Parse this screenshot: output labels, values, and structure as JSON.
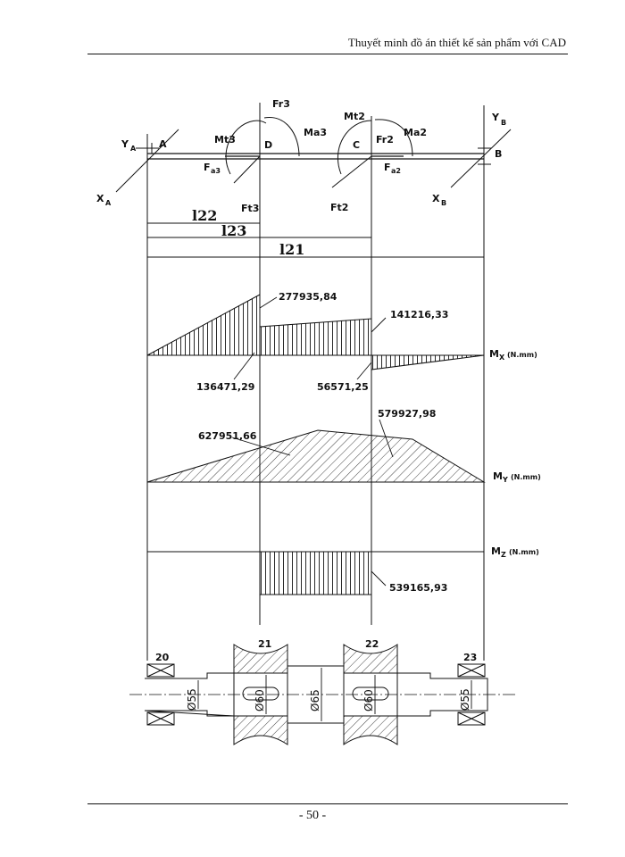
{
  "header": {
    "title": "Thuyết minh  đồ án thiết kế sản phẩm với CAD"
  },
  "footer": {
    "page": "- 50 -"
  },
  "diagram": {
    "points": {
      "A": "A",
      "B": "B",
      "C": "C",
      "D": "D"
    },
    "forces": {
      "ya": "Y",
      "ya_sub": "A",
      "xa": "X",
      "xa_sub": "A",
      "yb": "Y",
      "yb_sub": "B",
      "xb": "X",
      "xb_sub": "B",
      "fr3": "Fr3",
      "mt3": "Mt3",
      "ma3": "Ma3",
      "fa3": "F",
      "fa3_sub": "a3",
      "ft3": "Ft3",
      "mt2": "Mt2",
      "fr2": "Fr2",
      "ma2": "Ma2",
      "fa2": "F",
      "fa2_sub": "a2",
      "ft2": "Ft2"
    },
    "lengths": {
      "l22": "l22",
      "l23": "l23",
      "l21": "l21"
    },
    "mx": {
      "label": "M",
      "sub": "X",
      "unit": "(N.mm)",
      "v1": "277935,84",
      "v2": "141216,33",
      "v3": "136471,29",
      "v4": "56571,25"
    },
    "my": {
      "label": "M",
      "sub": "Y",
      "unit": "(N.mm)",
      "v1": "627951,66",
      "v2": "579927,98"
    },
    "mz": {
      "label": "M",
      "sub": "Z",
      "unit": "(N.mm)",
      "v1": "539165,93"
    },
    "shaft": {
      "parts": [
        "20",
        "21",
        "22",
        "23"
      ],
      "diameters": [
        "Ø55",
        "Ø60",
        "Ø65",
        "Ø60",
        "Ø55"
      ]
    }
  }
}
